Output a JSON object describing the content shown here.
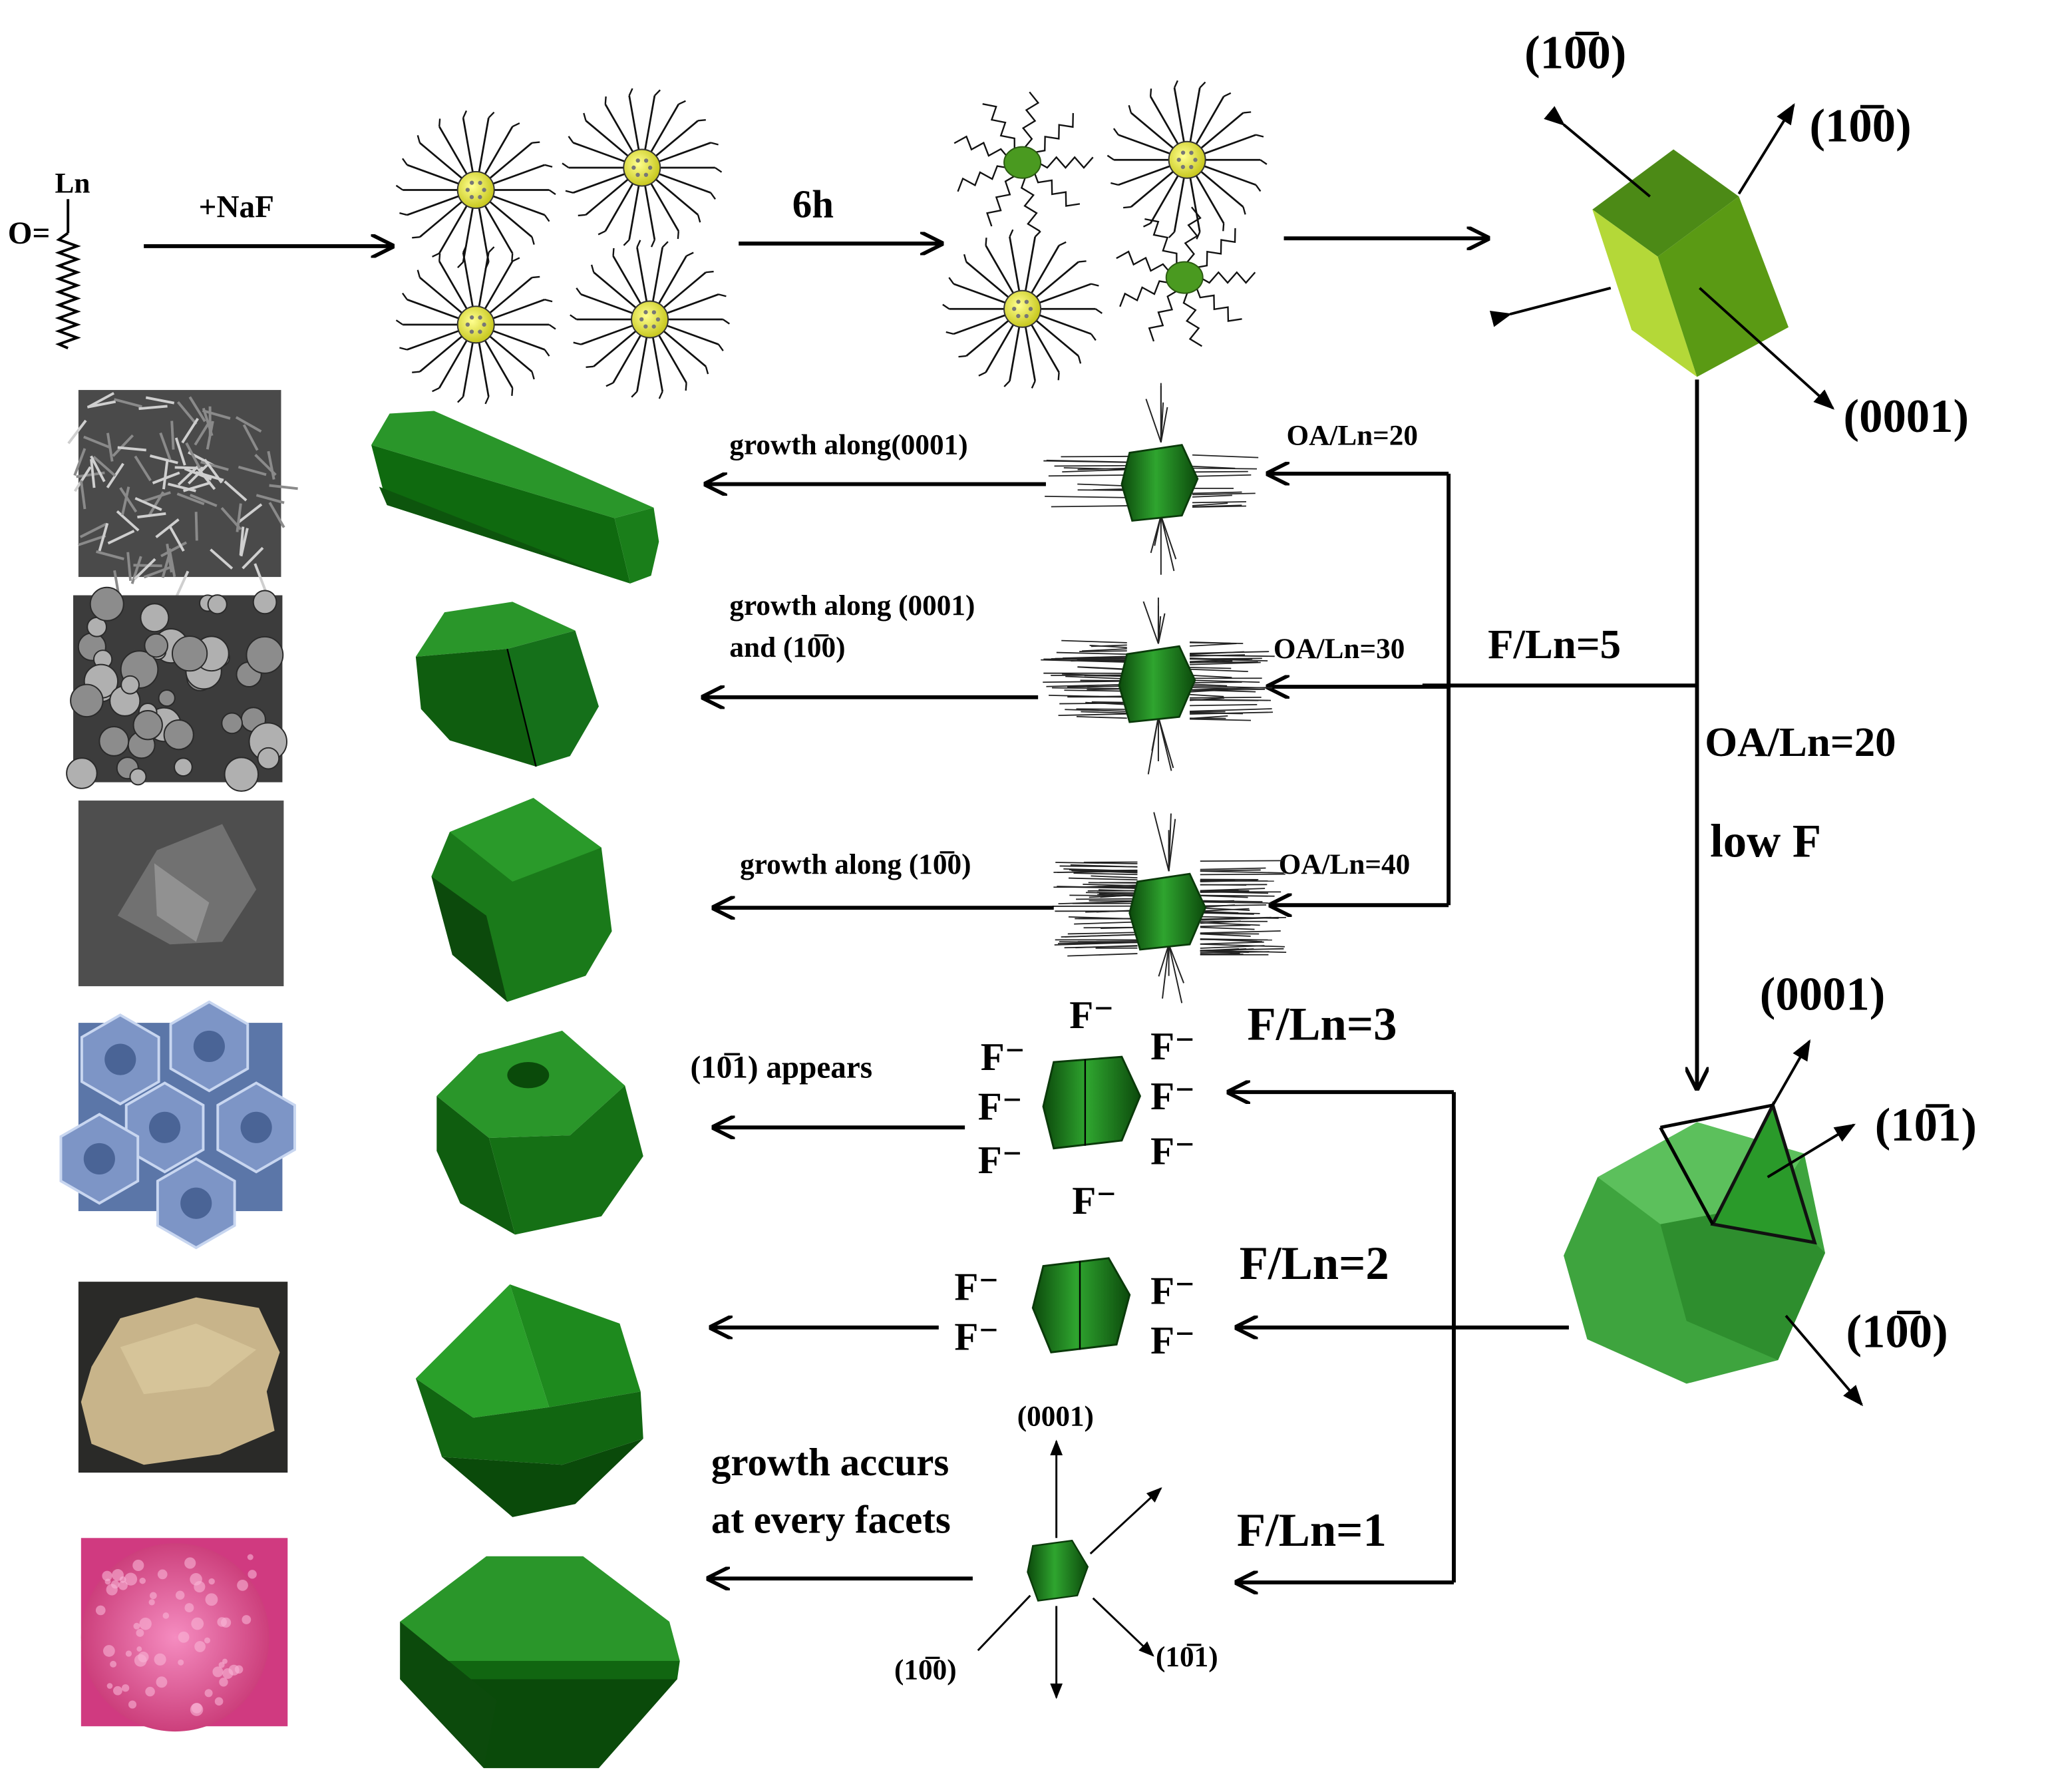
{
  "precursor": {
    "ln": "Ln",
    "o": "O="
  },
  "steps": {
    "naf": "+NaF",
    "six_h": "6h"
  },
  "hexagonal_prism_facets": {
    "top_left": "(10̅0)",
    "top_right": "(10̅0)",
    "bottom": "(0001)"
  },
  "conditions": {
    "f_ln_5": "F/Ln=5",
    "oa_ln_20_main": "OA/Ln=20",
    "low_f": "low F",
    "oa_ln_20": "OA/Ln=20",
    "oa_ln_30": "OA/Ln=30",
    "oa_ln_40": "OA/Ln=40",
    "f_ln_3": "F/Ln=3",
    "f_ln_2": "F/Ln=2",
    "f_ln_1": "F/Ln=1"
  },
  "growth": {
    "row1": "growth along(0001)",
    "row2_line1": "growth along (0001)",
    "row2_line2": "and (10̅0)",
    "row3": "growth along (10̅0)",
    "row4": "(10̅1) appears",
    "row6_line1": "growth accurs",
    "row6_line2": "at every facets"
  },
  "fluoride_label": "F⁻",
  "truncated_facets": {
    "top": "(0001)",
    "right": "(10̅1)",
    "bottom": "(10̅0)"
  },
  "small_axes": {
    "top": "(0001)",
    "bottom_left": "(10̅0)",
    "bottom_right": "(10̅1)"
  },
  "colors": {
    "crystal_dark": "#0f5d0f",
    "crystal_mid": "#1e8a1e",
    "crystal_light": "#3cb43c",
    "core_yellow": "#f2f23c"
  }
}
